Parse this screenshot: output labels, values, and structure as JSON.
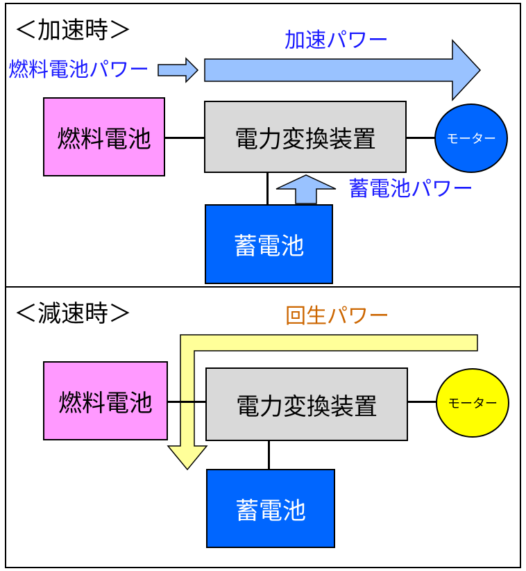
{
  "accel": {
    "title": "＜加速時＞",
    "accel_power_label": "加速パワー",
    "fuel_power_label": "燃料電池パワー",
    "battery_power_label": "蓄電池パワー",
    "fuel_cell_label": "燃料電池",
    "converter_label": "電力変換装置",
    "battery_label": "蓄電池",
    "motor_label": "モーター"
  },
  "decel": {
    "title": "＜減速時＞",
    "regen_power_label": "回生パワー",
    "fuel_cell_label": "燃料電池",
    "converter_label": "電力変換装置",
    "battery_label": "蓄電池",
    "motor_label": "モーター"
  },
  "colors": {
    "fuel_cell": "#ff99ff",
    "converter": "#d9d9d9",
    "battery": "#0066ff",
    "motor_accel": "#0066ff",
    "motor_decel": "#ffff00",
    "power_arrow": "#99c2ff",
    "regen_arrow": "#ffff99",
    "power_text": "#1a1aff",
    "regen_text": "#cc6600"
  }
}
